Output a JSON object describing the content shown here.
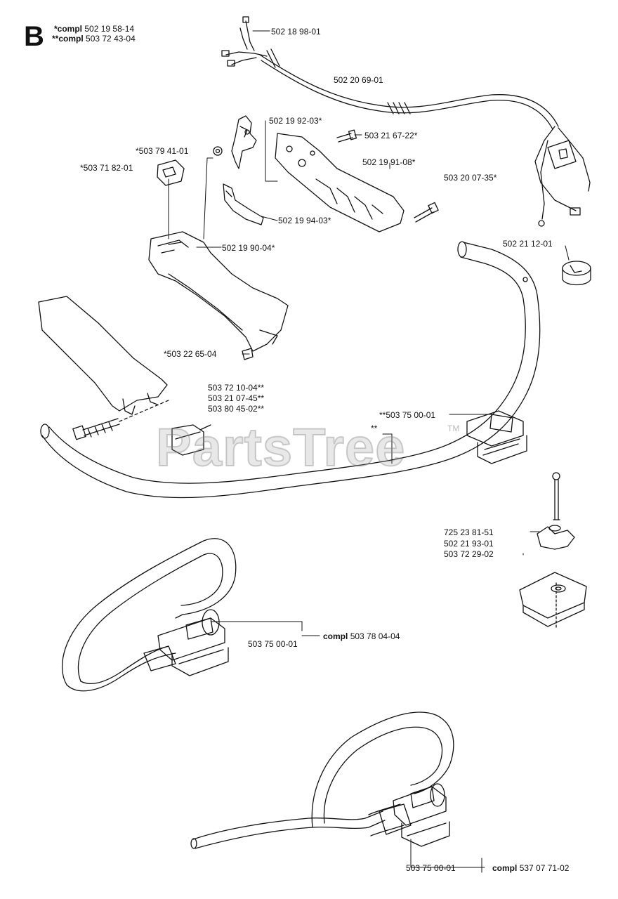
{
  "section_letter": "B",
  "header": {
    "line1_prefix": "*compl",
    "line1_number": "502 19 58-14",
    "line2_prefix": "**compl",
    "line2_number": "503 72 43-04"
  },
  "watermark": {
    "text": "PartsTree",
    "trademark": "TM"
  },
  "part_labels": {
    "p502_18_98_01": "502 18 98-01",
    "p502_20_69_01": "502 20 69-01",
    "p502_19_92_03": "502 19 92-03*",
    "p503_21_67_22": "503 21 67-22*",
    "p503_79_41_01": "*503 79 41-01",
    "p503_71_82_01": "*503 71 82-01",
    "p502_19_91_08": "502 19 91-08*",
    "p503_20_07_35": "503 20 07-35*",
    "p502_19_94_03": "502 19 94-03*",
    "p502_21_12_01": "502 21 12-01",
    "p502_19_90_04": "502 19 90-04*",
    "p503_22_65_04": "*503 22 65-04",
    "p503_72_10_04": "503 72 10-04**",
    "p503_21_07_45": "503 21 07-45**",
    "p503_80_45_02": "503 80 45-02**",
    "p503_75_00_01_top": "**503 75 00-01",
    "double_star": "**",
    "p725_23_81_51": "725 23 81-51",
    "p502_21_93_01": "502 21 93-01",
    "p503_72_29_02": "503 72 29-02",
    "p503_75_00_01_mid": "503 75 00-01",
    "p503_75_00_01_bot": "503 75 00-01"
  },
  "assembly_labels": {
    "mid_prefix": "compl",
    "mid_number": "503 78 04-04",
    "bot_prefix": "compl",
    "bot_number": "537 07 71-02"
  }
}
